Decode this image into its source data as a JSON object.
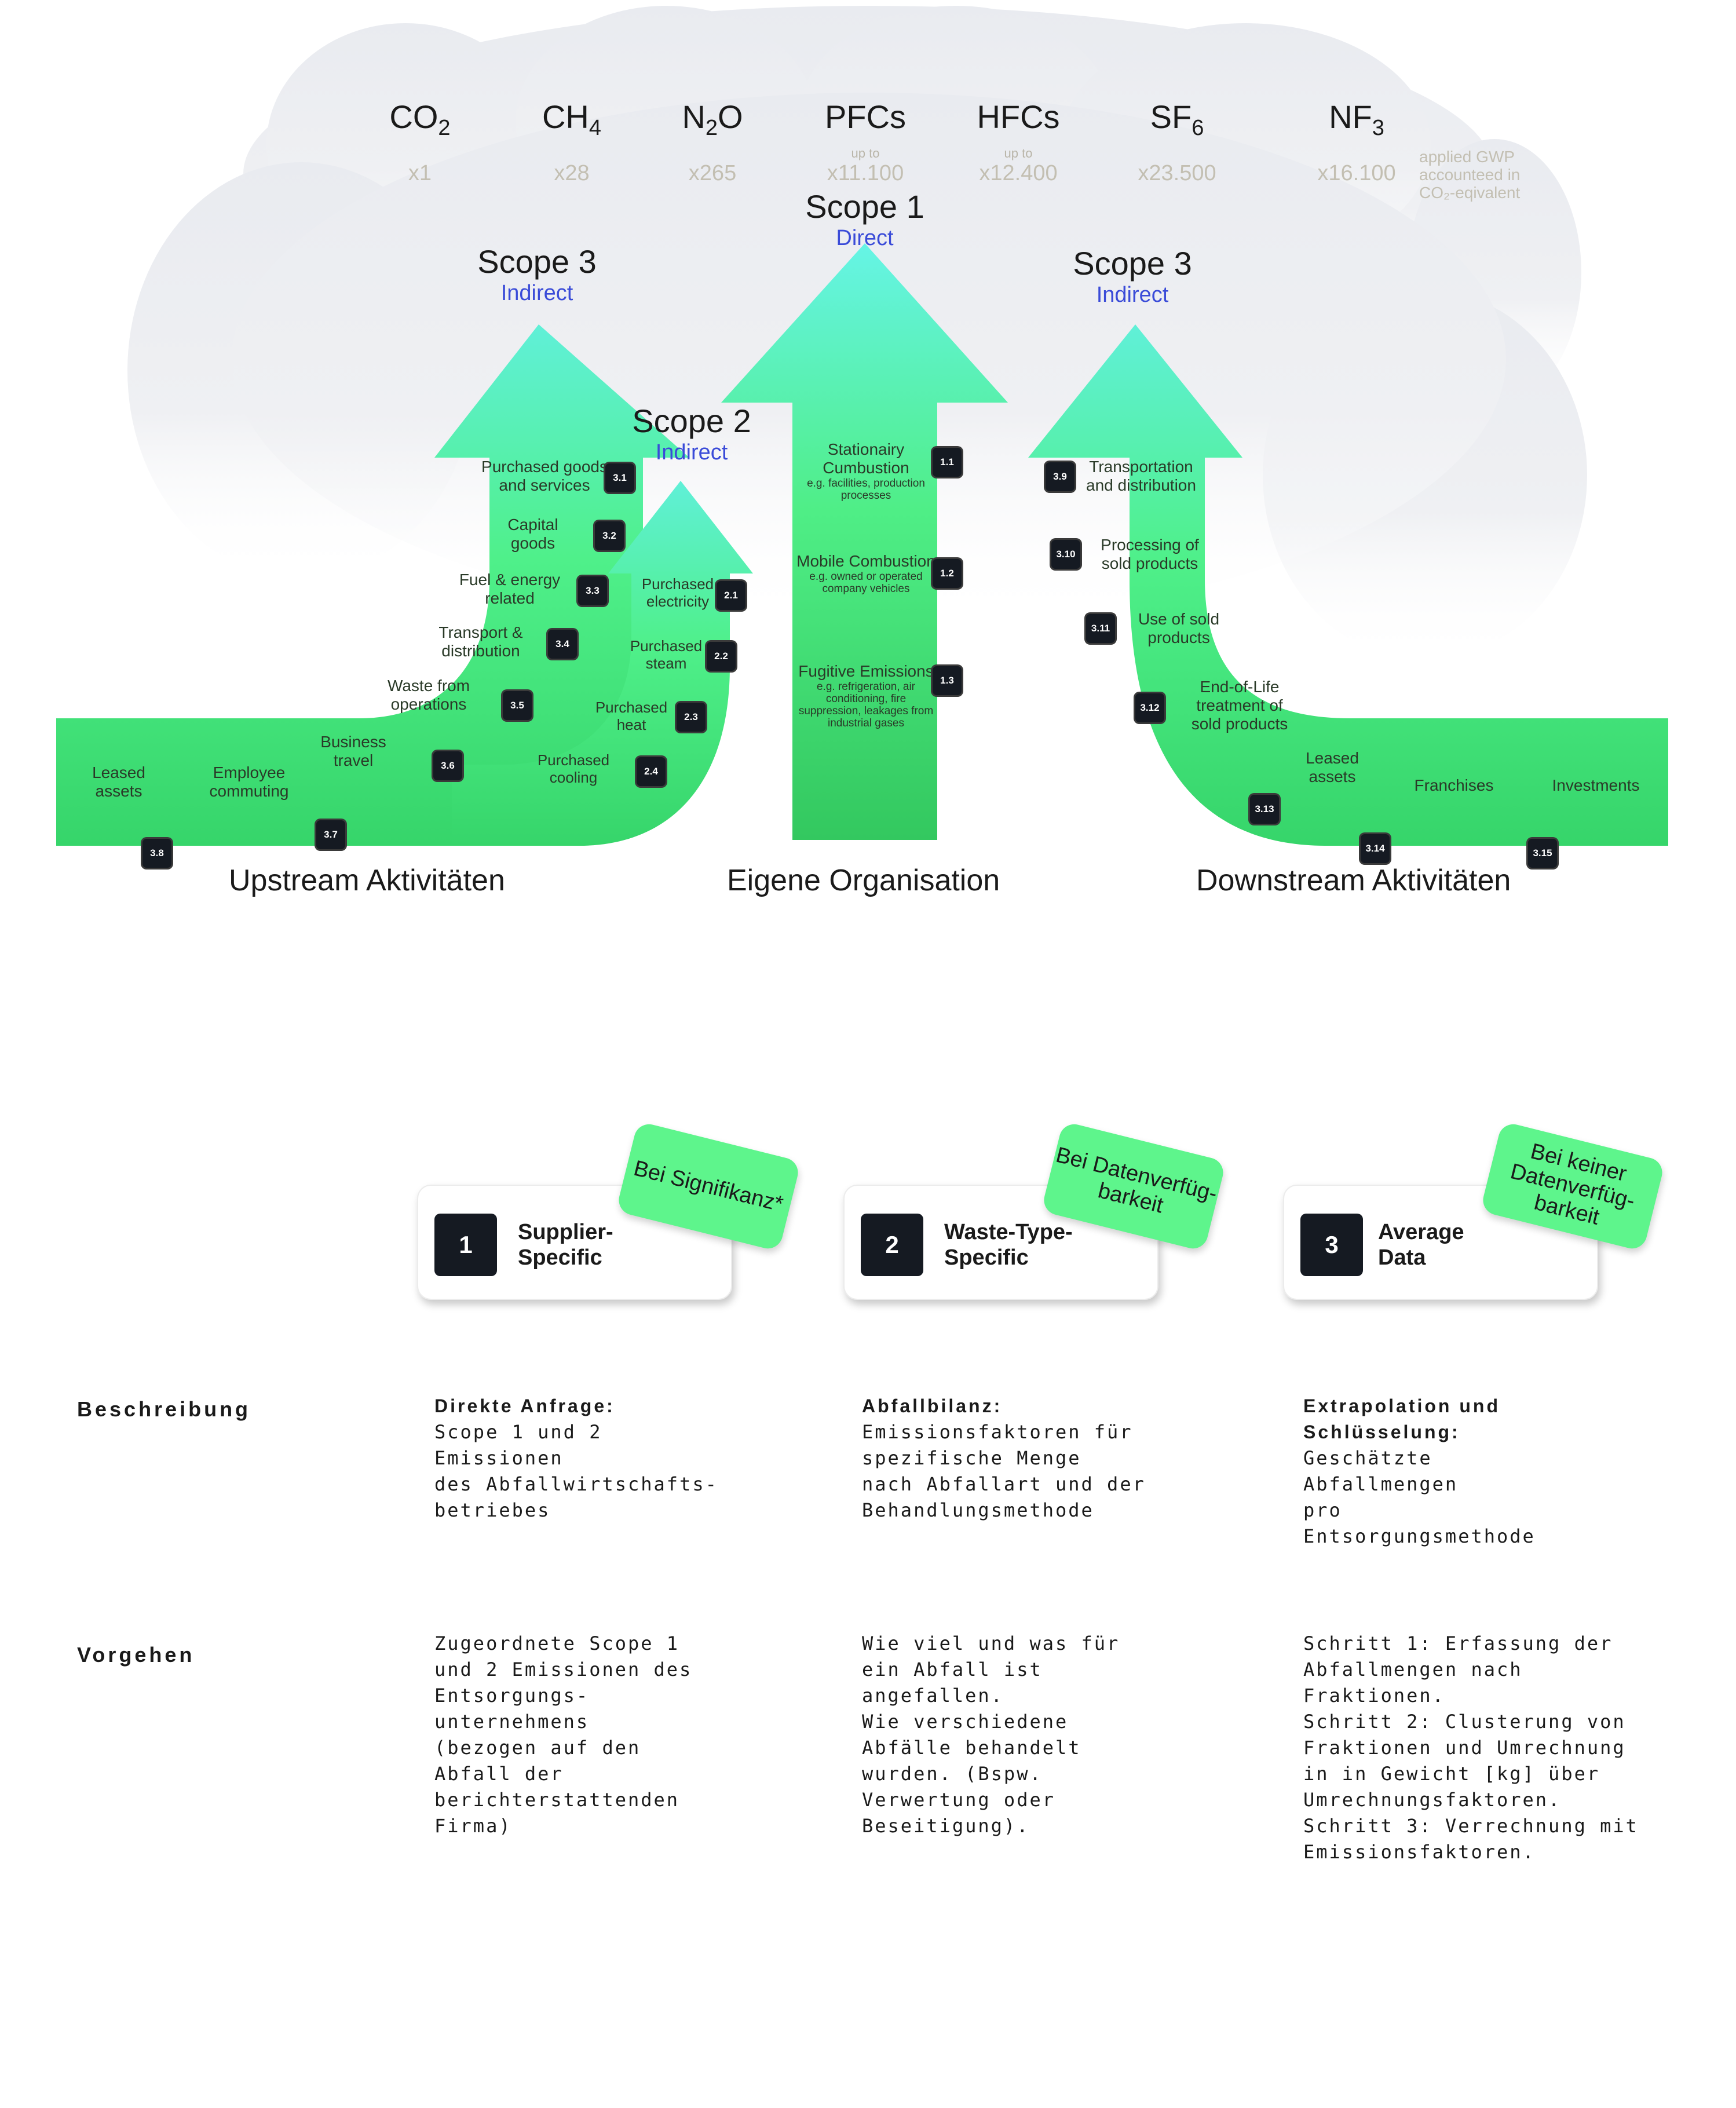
{
  "colors": {
    "arrow_light": "#5ef0d8",
    "arrow_green": "#36d56a",
    "badge": "#151a22",
    "indirect_text": "#3a4bd8",
    "tag_green": "#5ef58c",
    "cloud": "#eceef3"
  },
  "gases": [
    {
      "name": "CO",
      "sub": "2",
      "upto": "",
      "gwp": "x1"
    },
    {
      "name": "CH",
      "sub": "4",
      "upto": "",
      "gwp": "x28"
    },
    {
      "name": "N",
      "sub": "2",
      "suffix": "O",
      "upto": "",
      "gwp": "x265"
    },
    {
      "name": "PFCs",
      "sub": "",
      "upto": "up to",
      "gwp": "x11.100"
    },
    {
      "name": "HFCs",
      "sub": "",
      "upto": "up to",
      "gwp": "x12.400"
    },
    {
      "name": "SF",
      "sub": "6",
      "upto": "",
      "gwp": "x23.500"
    },
    {
      "name": "NF",
      "sub": "3",
      "upto": "",
      "gwp": "x16.100"
    }
  ],
  "gwp_note": "applied GWP accounteed in CO₂-eqivalent",
  "scopes": {
    "scope1": {
      "title": "Scope 1",
      "sub": "Direct"
    },
    "scope2": {
      "title": "Scope 2",
      "sub": "Indirect"
    },
    "scope3_up": {
      "title": "Scope 3",
      "sub": "Indirect"
    },
    "scope3_down": {
      "title": "Scope 3",
      "sub": "Indirect"
    }
  },
  "categories": [
    {
      "code": "3.1",
      "label": "Purchased goods and services"
    },
    {
      "code": "3.2",
      "label": "Capital goods"
    },
    {
      "code": "3.3",
      "label": "Fuel & energy related"
    },
    {
      "code": "3.4",
      "label": "Transport & distribution"
    },
    {
      "code": "3.5",
      "label": "Waste from operations"
    },
    {
      "code": "3.6",
      "label": "Business travel"
    },
    {
      "code": "3.7",
      "label": "Employee commuting"
    },
    {
      "code": "3.8",
      "label": "Leased assets"
    },
    {
      "code": "2.1",
      "label": "Purchased electricity"
    },
    {
      "code": "2.2",
      "label": "Purchased steam"
    },
    {
      "code": "2.3",
      "label": "Purchased heat"
    },
    {
      "code": "2.4",
      "label": "Purchased cooling"
    },
    {
      "code": "1.1",
      "label": "Stationairy Cumbustion",
      "note": "e.g. facilities, production processes"
    },
    {
      "code": "1.2",
      "label": "Mobile Combustion",
      "note": "e.g. owned or operated company vehicles"
    },
    {
      "code": "1.3",
      "label": "Fugitive Emissions",
      "note": "e.g. refrigeration, air conditioning, fire suppression, leakages from industrial gases"
    },
    {
      "code": "3.9",
      "label": "Transportation and distribution"
    },
    {
      "code": "3.10",
      "label": "Processing of sold products"
    },
    {
      "code": "3.11",
      "label": "Use of sold products"
    },
    {
      "code": "3.12",
      "label": "End-of-Life treatment of sold products"
    },
    {
      "code": "3.13",
      "label": "Leased assets"
    },
    {
      "code": "3.14",
      "label": "Franchises"
    },
    {
      "code": "3.15",
      "label": "Investments"
    }
  ],
  "sections": {
    "upstream": "Upstream Aktivitäten",
    "own": "Eigene Organisation",
    "downstream": "Downstream Aktivitäten"
  },
  "methods": [
    {
      "num": "1",
      "name": "Supplier-Specific",
      "tag": "Bei Signifikanz*",
      "desc_title": "Direkte Anfrage:",
      "desc": "Scope 1 und 2\nEmissionen\ndes Abfallwirtschafts-\nbetriebes",
      "proc": "Zugeordnete Scope 1\nund 2 Emissionen des\nEntsorgungs-\nunternehmens\n(bezogen auf den\nAbfall der\nberichterstattenden\nFirma)"
    },
    {
      "num": "2",
      "name": "Waste-Type-Specific",
      "tag": "Bei Datenverfüg-barkeit",
      "desc_title": "Abfallbilanz:",
      "desc": "Emissionsfaktoren für\nspezifische Menge\nnach Abfallart und der\nBehandlungsmethode",
      "proc": "Wie viel und was für\nein Abfall ist\nangefallen.\nWie verschiedene\nAbfälle behandelt\nwurden. (Bspw.\nVerwertung oder\nBeseitigung)."
    },
    {
      "num": "3",
      "name": "Average Data",
      "tag": "Bei keiner Datenverfüg-barkeit",
      "desc_title": "Extrapolation und Schlüsselung:",
      "desc": "Geschätzte Abfallmengen\npro Entsorgungsmethode",
      "proc": "Schritt 1: Erfassung der\nAbfallmengen nach\nFraktionen.\nSchritt 2: Clusterung von\nFraktionen und Umrechnung\nin in Gewicht [kg] über\nUmrechnungsfaktoren.\nSchritt 3: Verrechnung mit\nEmissionsfaktoren."
    }
  ],
  "row_labels": {
    "description": "Beschreibung",
    "procedure": "Vorgehen"
  }
}
